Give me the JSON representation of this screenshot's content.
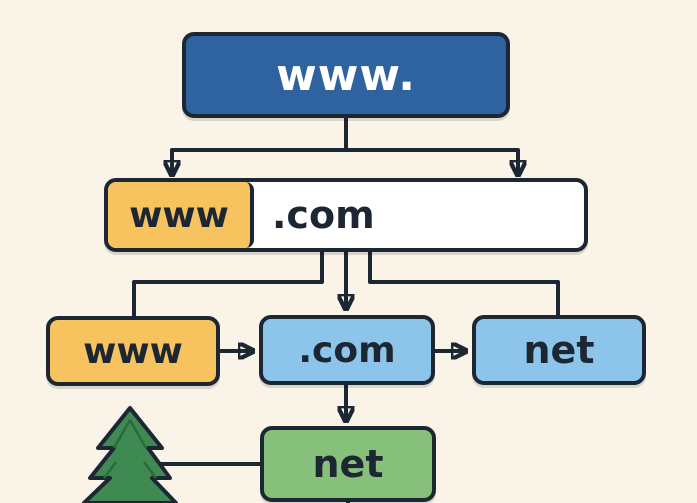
{
  "diagram": {
    "top_node": "www.",
    "wide_node": {
      "left": "www",
      "right": ".com"
    },
    "row_nodes": {
      "www": "www",
      "com": ".com",
      "net": "net"
    },
    "bottom_node": "net"
  },
  "colors": {
    "background": "#f9f3e8",
    "outline": "#1d2733",
    "top_blue": "#2f63a0",
    "light_blue": "#8cc4ea",
    "yellow": "#f7c35f",
    "green": "#86c07a",
    "tree_green": "#3f8a52"
  },
  "icons": {
    "tree": "pine-tree-icon"
  }
}
